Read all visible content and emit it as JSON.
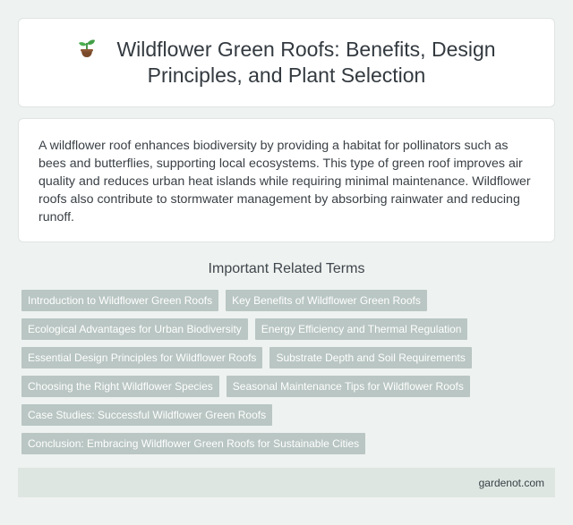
{
  "header": {
    "icon": "sprout-icon",
    "title": "Wildflower Green Roofs: Benefits, Design Principles, and Plant Selection"
  },
  "summary": {
    "text": "A wildflower roof enhances biodiversity by providing a habitat for pollinators such as bees and butterflies, supporting local ecosystems. This type of green roof improves air quality and reduces urban heat islands while requiring minimal maintenance. Wildflower roofs also contribute to stormwater management by absorbing rainwater and reducing runoff."
  },
  "related": {
    "heading": "Important Related Terms",
    "terms": [
      "Introduction to Wildflower Green Roofs",
      "Key Benefits of Wildflower Green Roofs",
      "Ecological Advantages for Urban Biodiversity",
      "Energy Efficiency and Thermal Regulation",
      "Essential Design Principles for Wildflower Roofs",
      "Substrate Depth and Soil Requirements",
      "Choosing the Right Wildflower Species",
      "Seasonal Maintenance Tips for Wildflower Roofs",
      "Case Studies: Successful Wildflower Green Roofs",
      "Conclusion: Embracing Wildflower Green Roofs for Sustainable Cities"
    ]
  },
  "footer": {
    "site": "gardenot.com"
  },
  "colors": {
    "background": "#eef2f0",
    "tag": "#b9c6c3",
    "footer": "#dee6e2"
  }
}
